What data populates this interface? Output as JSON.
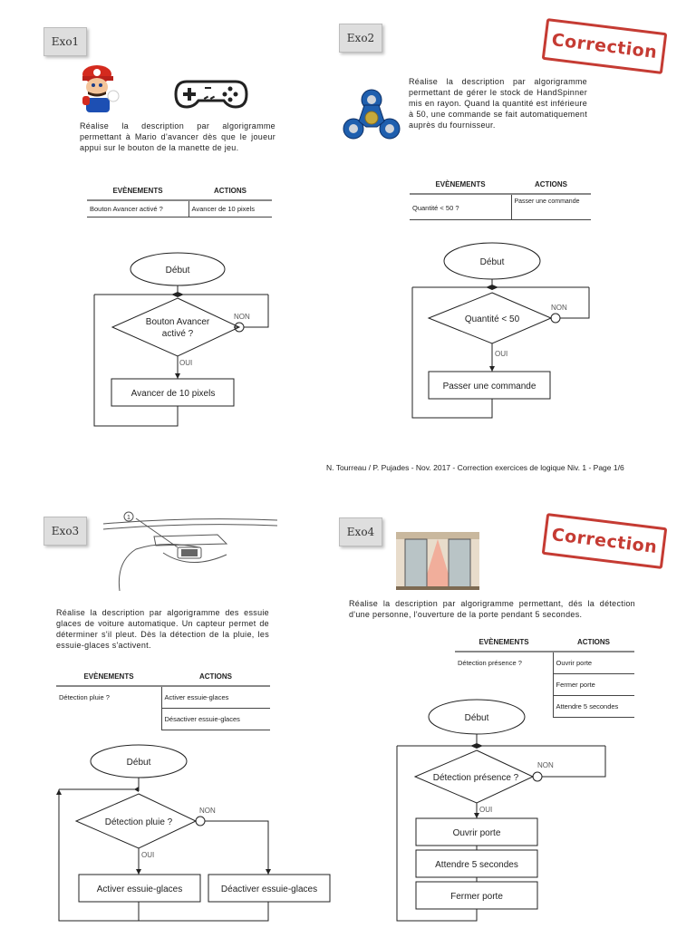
{
  "footer": "N. Tourreau / P. Pujades - Nov. 2017 - Correction exercices de logique  Niv. 1 - Page 1/6",
  "common": {
    "start": "Début",
    "yes": "OUI",
    "no": "NON",
    "col_events": "EVÈNEMENTS",
    "col_actions": "ACTIONS"
  },
  "exo1": {
    "tag": "Exo1",
    "description": "Réalise la description par algorigramme permettant à Mario d'avancer dès que le joueur appui sur le bouton de la manette de jeu.",
    "table": [
      {
        "event": "Bouton Avancer activé ?",
        "action": "Avancer de 10 pixels"
      }
    ],
    "decision": "Bouton Avancer activé ?",
    "action": "Avancer de 10 pixels"
  },
  "exo2": {
    "tag": "Exo2",
    "stamp": "Correction",
    "description": "Réalise la description par algorigramme permettant de gérer le stock de HandSpinner mis en rayon. Quand la quantité est inférieure à 50, une commande se fait automatiquement auprès du fournisseur.",
    "table": [
      {
        "event": "Quantité < 50 ?",
        "action": "Passer une commande"
      }
    ],
    "decision": "Quantité < 50",
    "action": "Passer une commande"
  },
  "exo3": {
    "tag": "Exo3",
    "description": "Réalise la description par algorigramme des essuie glaces de voiture automatique. Un capteur permet de déterminer s'il pleut. Dès la détection de la pluie, les essuie-glaces s'activent.",
    "table": [
      {
        "event": "Détection pluie ?",
        "action": "Activer essuie-glaces"
      },
      {
        "event": "",
        "action": "Désactiver essuie-glaces"
      }
    ],
    "decision": "Détection pluie ?",
    "action_yes": "Activer essuie-glaces",
    "action_no": "Déactiver essuie-glaces",
    "callout": "1"
  },
  "exo4": {
    "tag": "Exo4",
    "stamp": "Correction",
    "description": "Réalise la description par algorigramme permettant, dés la détection d'une personne, l'ouverture de la porte pendant 5 secondes.",
    "table": [
      {
        "event": "Détection présence ?",
        "action": "Ouvrir porte"
      },
      {
        "event": "",
        "action": "Fermer porte"
      },
      {
        "event": "",
        "action": "Attendre 5 secondes"
      }
    ],
    "decision": "Détection présence ?",
    "actions": [
      "Ouvrir porte",
      "Attendre 5 secondes",
      "Fermer porte"
    ]
  },
  "colors": {
    "stamp": "#c53b33",
    "mario_red": "#d42a1e",
    "spinner_blue": "#1f5fae"
  }
}
